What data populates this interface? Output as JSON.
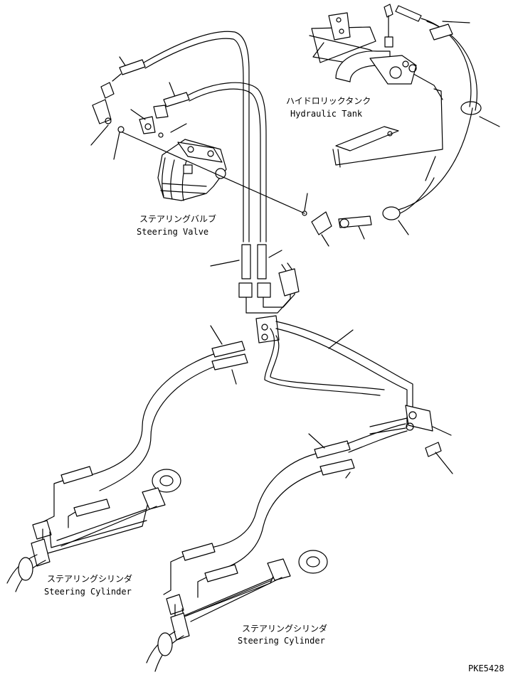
{
  "labels": {
    "hydraulic_tank_jp": "ハイドロリックタンク",
    "hydraulic_tank_en": "Hydraulic Tank",
    "steering_valve_jp": "ステアリングバルブ",
    "steering_valve_en": "Steering Valve",
    "steering_cylinder_left_jp": "ステアリングシリンダ",
    "steering_cylinder_left_en": "Steering Cylinder",
    "steering_cylinder_right_jp": "ステアリングシリンダ",
    "steering_cylinder_right_en": "Steering Cylinder"
  },
  "drawing_code": "PKE5428"
}
